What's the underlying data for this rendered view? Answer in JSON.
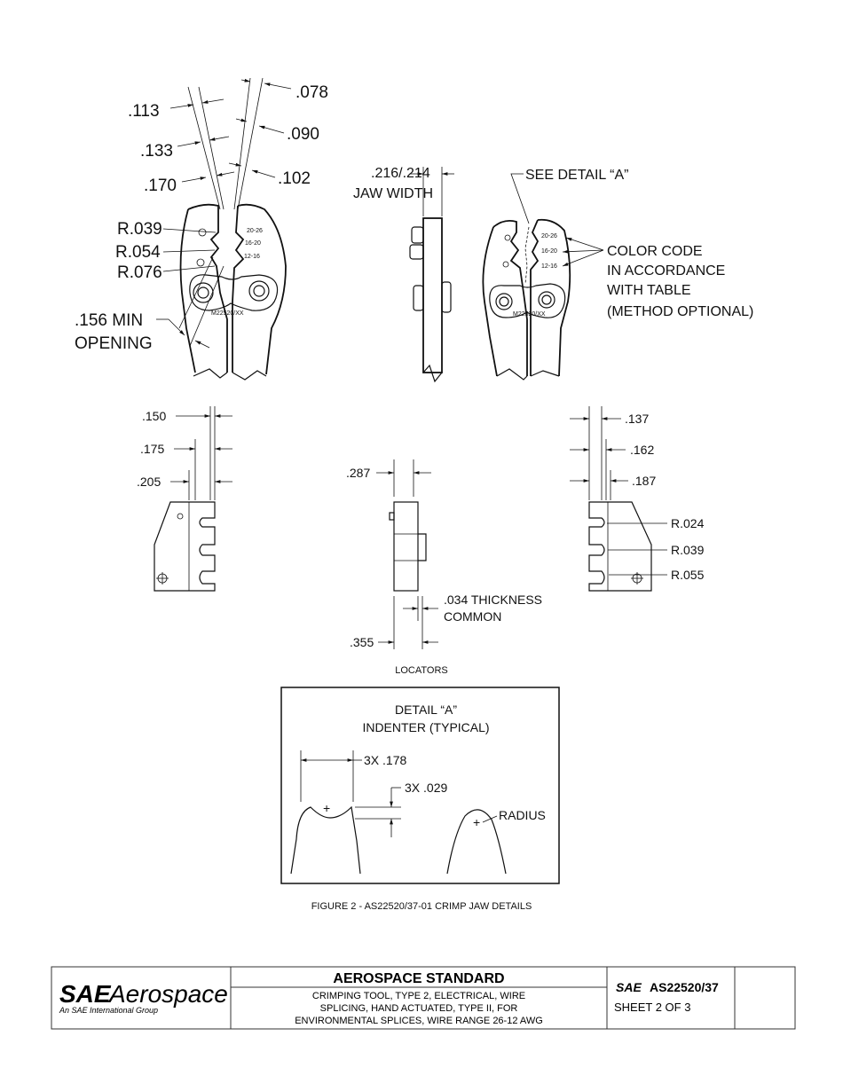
{
  "diagram": {
    "jaw_front": {
      "dims": [
        ".113",
        ".133",
        ".170",
        ".078",
        ".090",
        ".102"
      ],
      "radii": [
        "R.039",
        "R.054",
        "R.076"
      ],
      "min_opening": [
        ".156 MIN",
        "OPENING"
      ],
      "gauge_marks": [
        "20-26",
        "16-20",
        "12-16"
      ],
      "marking": "M22520/XX"
    },
    "jaw_side": {
      "width_dim": ".216/.214",
      "width_label": "JAW WIDTH"
    },
    "jaw_detail": {
      "see_detail": "SEE DETAIL “A”",
      "color_code": [
        "COLOR CODE",
        "IN ACCORDANCE",
        "WITH TABLE",
        "(METHOD OPTIONAL)"
      ],
      "gauge_marks": [
        "20-26",
        "16-20",
        "12-16"
      ],
      "marking": "M22520/XX"
    },
    "locator_left": {
      "dims": [
        ".150",
        ".175",
        ".205"
      ]
    },
    "locator_mid": {
      "top_dim": ".287",
      "bottom_dim": ".355",
      "thickness": [
        ".034 THICKNESS",
        "COMMON"
      ]
    },
    "locator_right": {
      "dims": [
        ".137",
        ".162",
        ".187"
      ],
      "radii": [
        "R.024",
        "R.039",
        "R.055"
      ]
    },
    "locators_label": "LOCATORS",
    "detail_a": {
      "title": [
        "DETAIL “A”",
        "INDENTER (TYPICAL)"
      ],
      "dim_width": "3X .178",
      "dim_depth": "3X .029",
      "radius_label": "RADIUS"
    },
    "figure_caption": "FIGURE 2 - AS22520/37-01 CRIMP JAW DETAILS"
  },
  "title_block": {
    "logo_sae": "SAE",
    "logo_aerospace": "Aerospace",
    "logo_subtitle": "An SAE International Group",
    "heading": "AEROSPACE STANDARD",
    "description": [
      "CRIMPING TOOL, TYPE 2, ELECTRICAL, WIRE",
      "SPLICING, HAND ACTUATED, TYPE II, FOR",
      "ENVIRONMENTAL SPLICES, WIRE RANGE 26-12 AWG"
    ],
    "doc_prefix": "SAE",
    "doc_number": "AS22520/37",
    "sheet": "SHEET 2 OF 3"
  }
}
